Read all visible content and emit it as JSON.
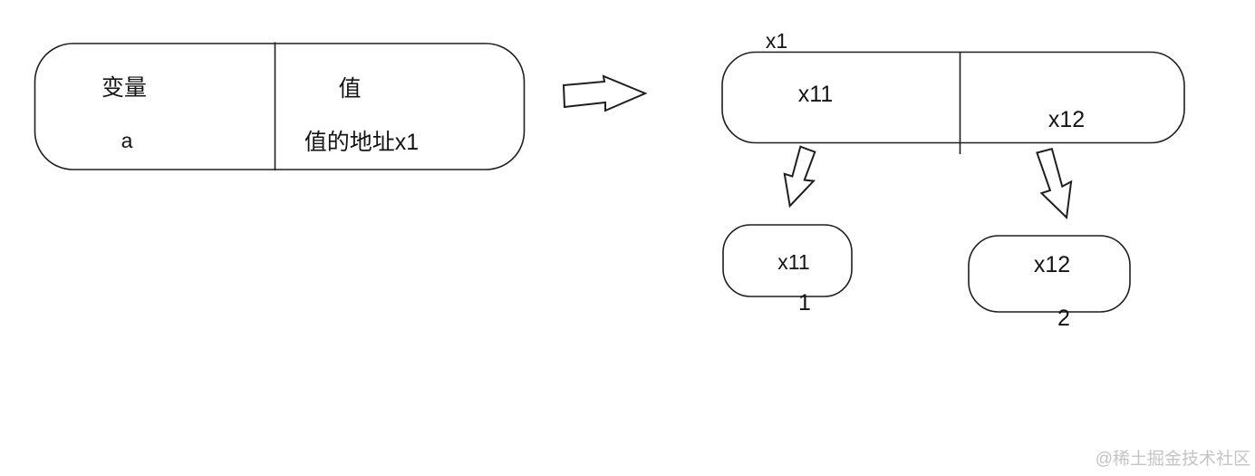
{
  "diagram": {
    "variable_table": {
      "col_variable": "变量",
      "col_value": "值",
      "variable_name": "a",
      "value_text": "值的地址x1"
    },
    "memory_block": {
      "address_label": "x1",
      "left_cell": "x11",
      "right_cell": "x12"
    },
    "value_boxes": [
      {
        "label": "x11",
        "value": "1"
      },
      {
        "label": "x12",
        "value": "2"
      }
    ]
  },
  "watermark": "@稀土掘金技术社区"
}
